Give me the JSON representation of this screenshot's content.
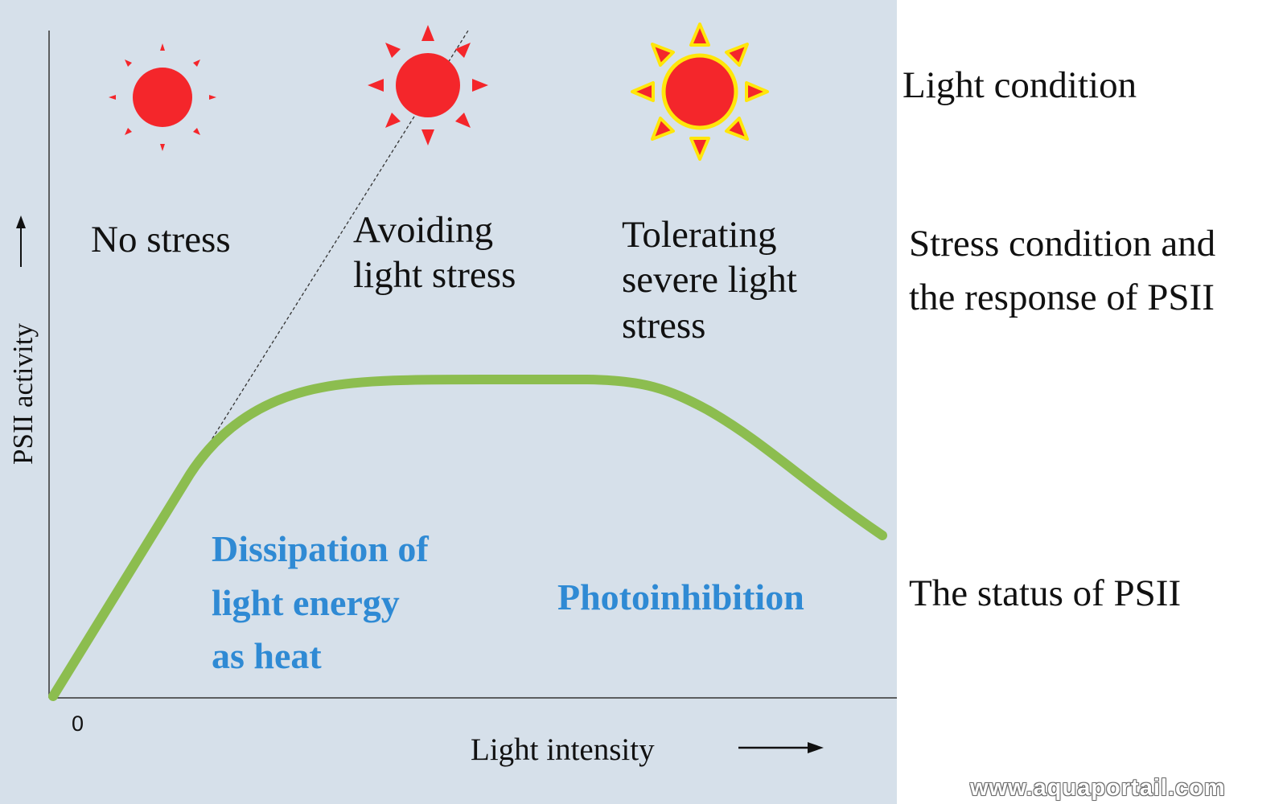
{
  "axes": {
    "y_label": "PSII activity",
    "x_label": "Light intensity",
    "origin_label": "0"
  },
  "zones": {
    "no_stress": "No stress",
    "avoiding": [
      "Avoiding",
      "light stress"
    ],
    "tolerating": [
      "Tolerating",
      "severe light",
      "stress"
    ]
  },
  "status": {
    "dissipation": [
      "Dissipation of",
      "light energy",
      "as heat"
    ],
    "photoinhibition": "Photoinhibition"
  },
  "legend": {
    "light_condition": "Light condition",
    "stress_response": [
      "Stress condition and",
      "the response of PSII"
    ],
    "status_psii": "The status of PSII"
  },
  "watermark": "www.aquaportail.com",
  "colors": {
    "panel_bg": "#d6e0ea",
    "curve": "#8cbd4f",
    "sun": "#f4262b",
    "sun_halo": "#ffe60a",
    "status_text": "#2f8ad4"
  },
  "icons": [
    "sun-low-icon",
    "sun-medium-icon",
    "sun-high-icon",
    "arrow-up-icon",
    "arrow-right-icon"
  ]
}
